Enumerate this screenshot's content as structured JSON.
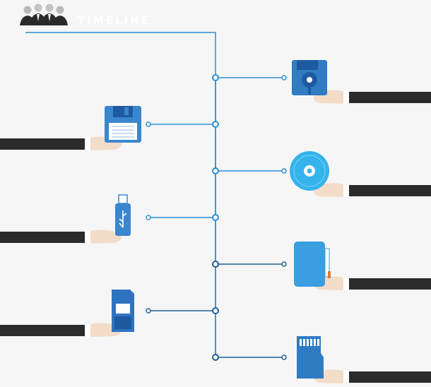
{
  "header": {
    "title": "TIMELINE",
    "icon": "people-group-icon"
  },
  "timeline": {
    "line_color": "#2a8fd0",
    "line_color_dark": "#1f5f93",
    "items": [
      {
        "side": "right",
        "device": "floppy-disk",
        "icon": "floppy-disk-icon",
        "color": "#2f7cc3"
      },
      {
        "side": "left",
        "device": "floppy-disk-5-25",
        "icon": "floppy-disk-large-icon",
        "color": "#3a86cf"
      },
      {
        "side": "right",
        "device": "cd-disc",
        "icon": "cd-disc-icon",
        "color": "#35b3ec"
      },
      {
        "side": "left",
        "device": "usb-flash-drive",
        "icon": "usb-drive-icon",
        "color": "#3a86cf"
      },
      {
        "side": "right",
        "device": "portable-hard-drive",
        "icon": "hard-drive-icon",
        "color": "#3a9ee0"
      },
      {
        "side": "left",
        "device": "sd-card",
        "icon": "sd-card-icon",
        "color": "#2f73c0"
      },
      {
        "side": "right",
        "device": "micro-sd-card",
        "icon": "micro-sd-card-icon",
        "color": "#2f7cc3"
      }
    ]
  },
  "colors": {
    "sleeve": "#2b2b2b",
    "skin": "#f3dcc8",
    "cuff": "#ffffff",
    "background": "#f6f6f6"
  }
}
